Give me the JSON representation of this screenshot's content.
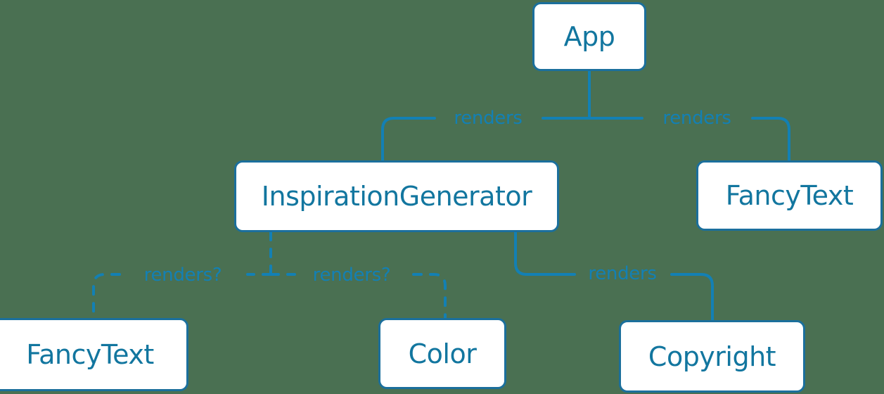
{
  "diagram": {
    "type": "component-tree",
    "background_color": "#4a7052",
    "node_fill": "#ffffff",
    "node_border_color": "#1b6f9c",
    "node_text_color": "#12769f",
    "edge_color": "#1380b4",
    "nodes": [
      {
        "id": "app",
        "label": "App"
      },
      {
        "id": "inspiration-generator",
        "label": "InspirationGenerator"
      },
      {
        "id": "fancytext-right",
        "label": "FancyText"
      },
      {
        "id": "fancytext-left",
        "label": "FancyText"
      },
      {
        "id": "color",
        "label": "Color"
      },
      {
        "id": "copyright",
        "label": "Copyright"
      }
    ],
    "edges": [
      {
        "from": "app",
        "to": "inspiration-generator",
        "label": "renders",
        "style": "solid"
      },
      {
        "from": "app",
        "to": "fancytext-right",
        "label": "renders",
        "style": "solid"
      },
      {
        "from": "inspiration-generator",
        "to": "fancytext-left",
        "label": "renders?",
        "style": "dashed"
      },
      {
        "from": "inspiration-generator",
        "to": "color",
        "label": "renders?",
        "style": "dashed"
      },
      {
        "from": "inspiration-generator",
        "to": "copyright",
        "label": "renders",
        "style": "solid"
      }
    ]
  }
}
